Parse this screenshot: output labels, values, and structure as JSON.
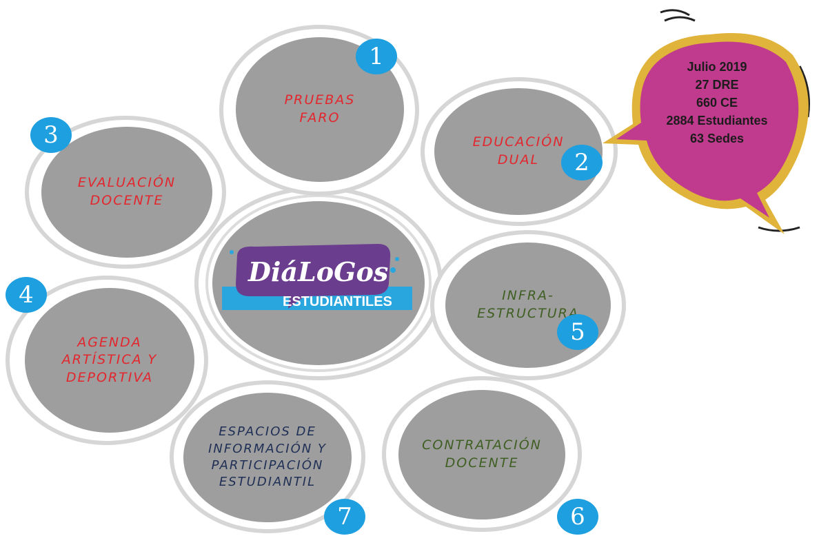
{
  "colors": {
    "disc": "#9e9e9e",
    "ring": "#d6d6d6",
    "badge": "#1e9fe0",
    "red_text": "#e3262d",
    "green_text": "#3f5e22",
    "navy_text": "#1f2f55",
    "bubble_fill": "#c03a8e",
    "bubble_border": "#e0b33a",
    "logo_purple": "#6a3d8f",
    "logo_blue": "#2aa6de"
  },
  "bubble": {
    "lines": [
      "Julio 2019",
      "27 DRE",
      "660 CE",
      "2884 Estudiantes",
      "63 Sedes"
    ]
  },
  "logo": {
    "word1": "DiáLoGos",
    "word2": "ESTUDIANTILES"
  },
  "nodes": [
    {
      "number": "1",
      "label": "PRUEBAS\nFARO"
    },
    {
      "number": "2",
      "label": "EDUCACIÓN\nDUAL"
    },
    {
      "number": "3",
      "label": "EVALUACIÓN\nDOCENTE"
    },
    {
      "number": "4",
      "label": "AGENDA\nARTÍSTICA Y\nDEPORTIVA"
    },
    {
      "number": "5",
      "label": "INFRA-\nESTRUCTURA"
    },
    {
      "number": "6",
      "label": "CONTRATACIÓN\nDOCENTE"
    },
    {
      "number": "7",
      "label": "ESPACIOS DE\nINFORMACIÓN Y\nPARTICIPACIÓN\nESTUDIANTIL"
    }
  ]
}
